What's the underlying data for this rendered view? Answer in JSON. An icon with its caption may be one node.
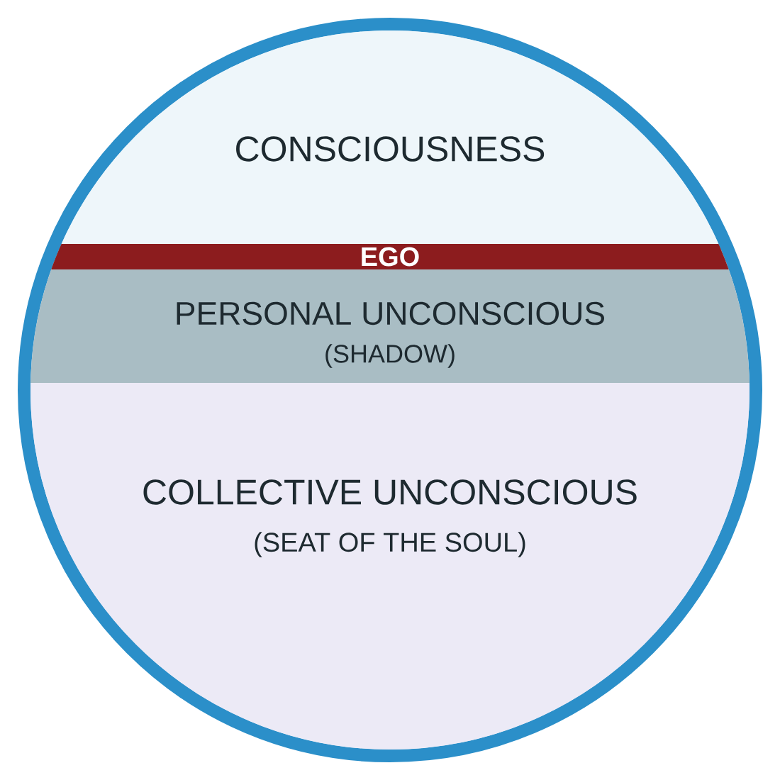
{
  "diagram": {
    "nodes": [
      {
        "text": [],
        "shape": "circle"
      },
      {
        "text": [
          "CONSCIOUSNESS"
        ],
        "in": 0
      },
      {
        "text": [
          "EGO"
        ],
        "in": 0
      },
      {
        "text": [
          "PERSONAL UNCONSCIOUS",
          "(SHADOW)"
        ],
        "in": 0
      },
      {
        "text": [
          "COLLECTIVE UNCONSCIOUS",
          "(SEAT OF THE SOUL)"
        ],
        "in": 0
      }
    ]
  }
}
